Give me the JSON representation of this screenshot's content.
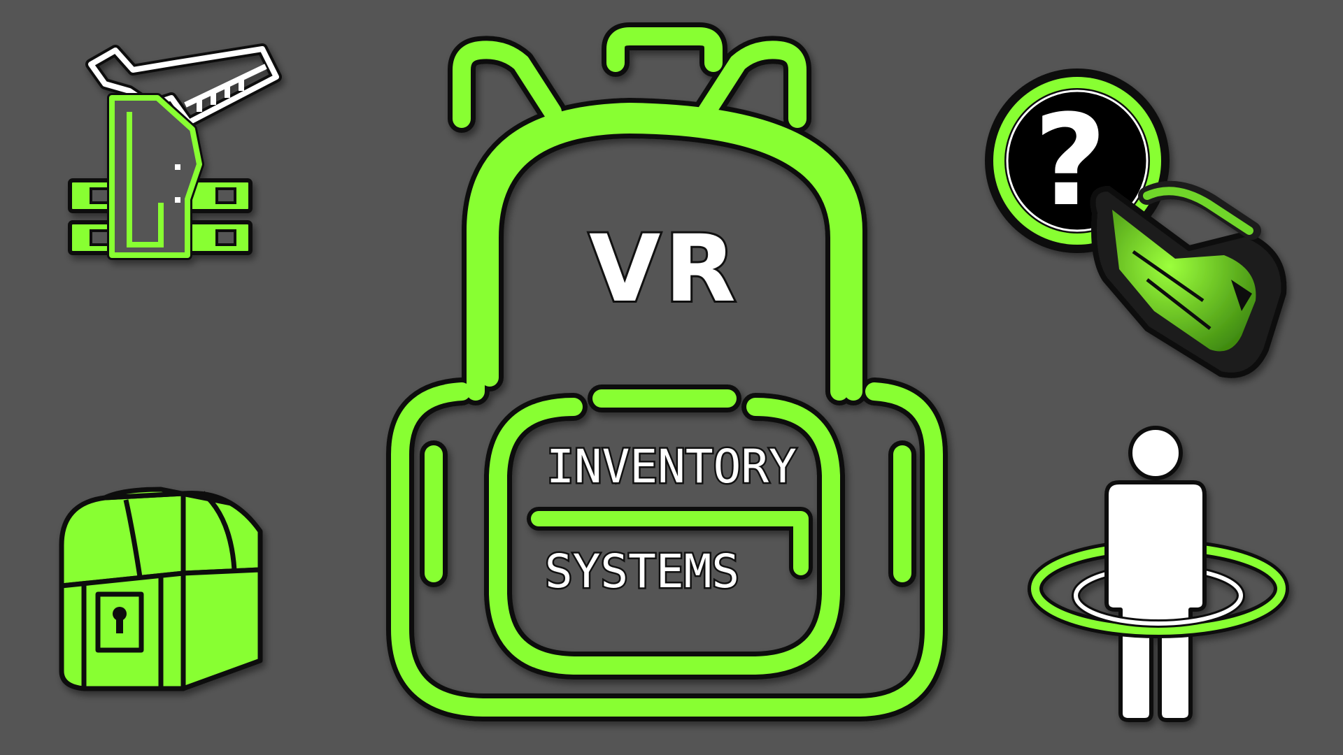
{
  "title": {
    "vr": "VR",
    "line1": "INVENTORY",
    "line2": "SYSTEMS"
  },
  "question_glyph": "?",
  "icons": {
    "center": "backpack-icon",
    "top_left": "holster-pistol-icon",
    "top_right": "question-button-hand-icon",
    "bottom_left": "treasure-chest-icon",
    "bottom_right": "person-ring-icon"
  },
  "colors": {
    "background": "#555555",
    "accent": "#88ff33",
    "outline": "#111111",
    "text": "#ffffff"
  }
}
